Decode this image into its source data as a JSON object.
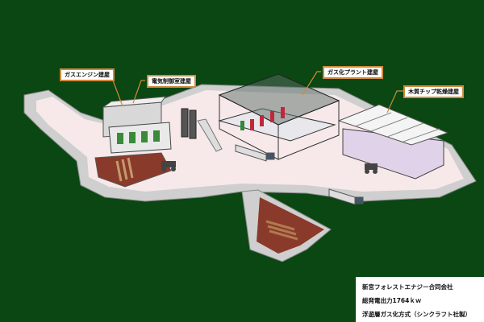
{
  "labels": {
    "gas_engine": "ガスエンジン建屋",
    "control_room": "電気制御室建屋",
    "gasification_plant": "ガス化プラント建屋",
    "chip_drying": "木質チップ乾燥建屋"
  },
  "info": {
    "company": "新宮フォレストエナジー合同会社",
    "output": "総発電出力1764ｋｗ",
    "method": "浮遊層ガス化方式（シンクラフト社製）"
  },
  "colors": {
    "background": "#0a4712",
    "ground": "#f7e9ea",
    "road": "#cfcfcf",
    "label_border": "#d08a3c",
    "wood_yard": "#8a3a2a"
  }
}
